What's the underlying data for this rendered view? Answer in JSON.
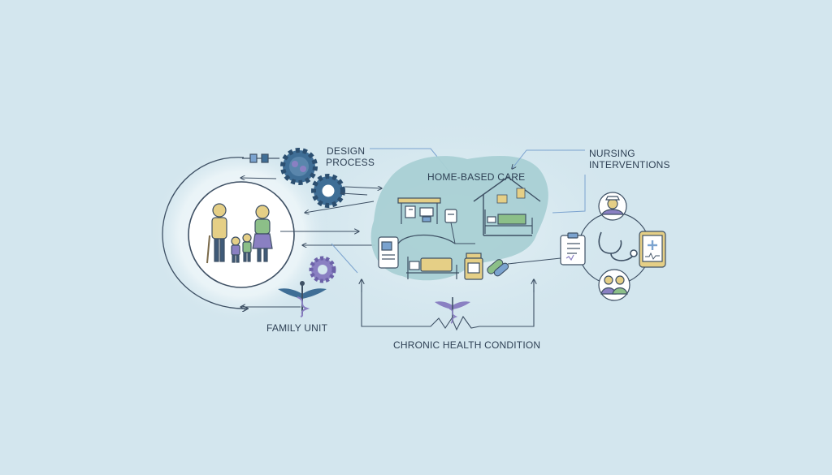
{
  "labels": {
    "design_process_line1": "DESIGN",
    "design_process_line2": "PROCESS",
    "home_based_care": "HOME-BASED CARE",
    "nursing_interventions_line1": "NURSING",
    "nursing_interventions_line2": "INTERVENTIONS",
    "family_unit": "FAMILY UNIT",
    "chronic_health_condition": "CHRONIC HEALTH CONDITION"
  },
  "colors": {
    "background": "#d3e6ee",
    "line": "#3e5064",
    "blob": "#a9d0d4",
    "gear": "#3f6e96",
    "purple": "#8a80c2",
    "gold": "#e5cf86",
    "green": "#8cbf88",
    "blue_accent": "#7ba3cf"
  },
  "icons": [
    "family-icon",
    "gear-icon",
    "caduceus-icon",
    "house-icon",
    "hospital-bed-icon",
    "monitor-icon",
    "iv-pump-icon",
    "medicine-bottle-icon",
    "pill-icon",
    "clipboard-icon",
    "stethoscope-icon",
    "tablet-medical-icon",
    "nurse-avatar-icon",
    "care-team-icon"
  ]
}
